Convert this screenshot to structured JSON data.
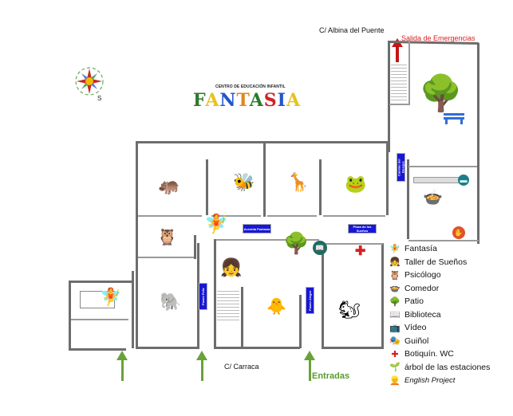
{
  "header": {
    "subtitle": "CENTRO DE EDUCACIÓN INFANTIL",
    "brand_letters": [
      {
        "ch": "F",
        "color": "#2b7a2b"
      },
      {
        "ch": "A",
        "color": "#e8c21a"
      },
      {
        "ch": "N",
        "color": "#2255cc"
      },
      {
        "ch": "T",
        "color": "#e2871d"
      },
      {
        "ch": "A",
        "color": "#2b7a2b"
      },
      {
        "ch": "S",
        "color": "#d22222"
      },
      {
        "ch": "I",
        "color": "#2255cc"
      },
      {
        "ch": "A",
        "color": "#e8c21a"
      }
    ]
  },
  "streets": {
    "north": "C/ Albina del Puente",
    "south": "C/ Carraca"
  },
  "emergency_exit": "Salida de Emergencias",
  "entrances_label": "Entradas",
  "signs": {
    "avenida": "Avenida Fantasía",
    "plaza": "Plaza de los Sueños",
    "camino": "Camino del Bosque",
    "paseo_left": "Paseo Feliz",
    "paseo_mid": "Paseo Alegre"
  },
  "legend": [
    {
      "icon": "fairy-icon",
      "glyph": "🧚",
      "label": "Fantasía"
    },
    {
      "icon": "girl-icon",
      "glyph": "👧",
      "label": "Taller de Sueños"
    },
    {
      "icon": "owl-icon",
      "glyph": "🦉",
      "label": "Psicólogo"
    },
    {
      "icon": "chef-icon",
      "glyph": "🍲",
      "label": "Comedor"
    },
    {
      "icon": "tree-icon",
      "glyph": "🌳",
      "label": "Patio"
    },
    {
      "icon": "book-icon",
      "glyph": "📖",
      "label": "Biblioteca"
    },
    {
      "icon": "video-icon",
      "glyph": "📺",
      "label": "Vídeo"
    },
    {
      "icon": "puppet-icon",
      "glyph": "🎭",
      "label": "Guiñol"
    },
    {
      "icon": "first-aid-icon",
      "glyph": "✚",
      "label": "Botiquín. WC"
    },
    {
      "icon": "seasons-tree-icon",
      "glyph": "🌱",
      "label": "árbol de las estaciones"
    },
    {
      "icon": "english-girl-icon",
      "glyph": "👱",
      "label": "English Project"
    }
  ],
  "rooms": {
    "hippo": "🦛",
    "bee": "🐝",
    "giraffe": "🦒",
    "frog": "🐸",
    "owl": "🦉",
    "elephant": "🐘",
    "chick": "🐥",
    "squirrel": "🐿",
    "fairy": "🧚",
    "girl": "👧",
    "chef": "🍲",
    "tree": "🌳",
    "bench": "🪑"
  }
}
